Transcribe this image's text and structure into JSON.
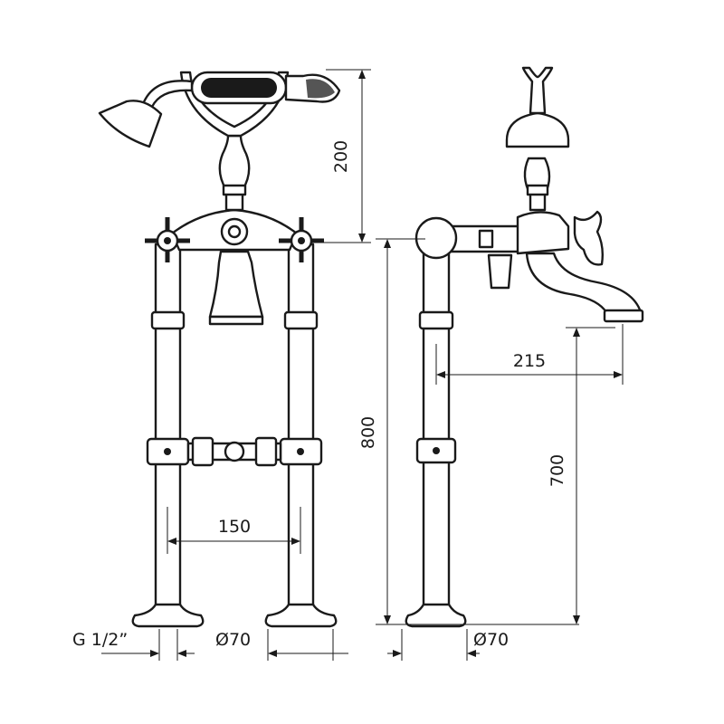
{
  "drawing": {
    "dimensions": {
      "height_top": "200",
      "height_total": "800",
      "center_distance": "150",
      "spout_reach": "215",
      "spout_height": "700",
      "thread": "G 1/2”",
      "base_diameter_front": "Ø70",
      "base_diameter_side": "Ø70"
    },
    "colors": {
      "line": "#1a1a1a",
      "background": "#ffffff"
    }
  }
}
